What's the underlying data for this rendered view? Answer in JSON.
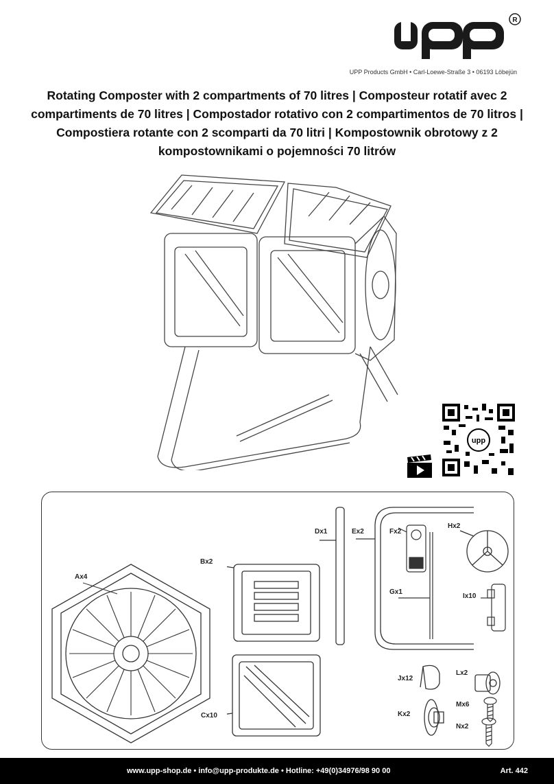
{
  "brand": {
    "logo_text": "upp",
    "registered": "®"
  },
  "company_line": "UPP Products GmbH • Carl-Loewe-Straße 3 • 06193 Löbejün",
  "title": "Rotating Composter with 2 compartments of 70 litres | Composteur rotatif avec 2 compartiments de 70 litres  | Compostador rotativo con 2 compartimentos de 70 litros | Compostiera rotante con 2 scomparti da 70 litri | Kompostownik obrotowy z 2 kompostownikami o pojemności 70 litrów",
  "parts": {
    "A": "Ax4",
    "B": "Bx2",
    "C": "Cx10",
    "D": "Dx1",
    "E": "Ex2",
    "F": "Fx2",
    "G": "Gx1",
    "H": "Hx2",
    "I": "Ix10",
    "J": "Jx12",
    "K": "Kx2",
    "L": "Lx2",
    "M": "Mx6",
    "N": "Nx2"
  },
  "footer": {
    "info": "www.upp-shop.de  •  info@upp-produkte.de  •  Hotline: +49(0)34976/98 90 00",
    "art": "Art. 442"
  },
  "colors": {
    "footer_bg": "#000000",
    "ink": "#222222"
  }
}
